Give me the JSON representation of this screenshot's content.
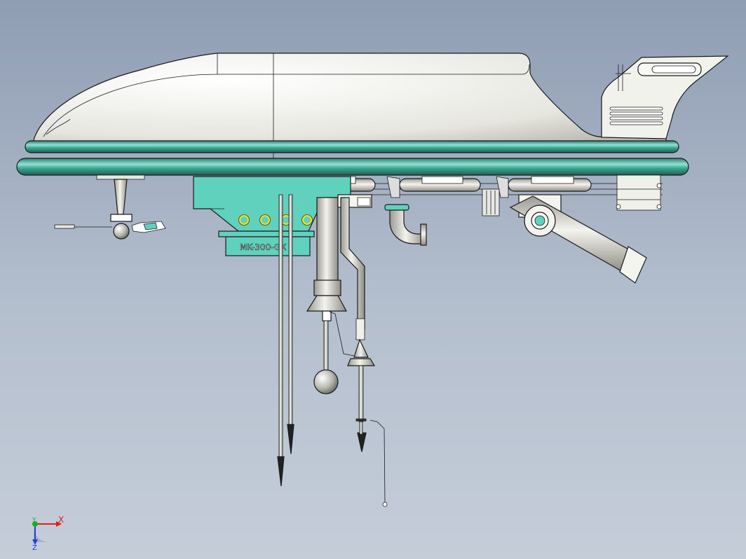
{
  "model_label": "MK-300-GX",
  "triad": {
    "x_label": "X",
    "y_label": "Y",
    "z_label": "Z"
  },
  "colors": {
    "background_top": "#8f9db3",
    "background_bottom": "#c5cdd9",
    "hull": "#f6f6f2",
    "rail_tube": "#2f8f7d",
    "bracket": "#5fd1bd",
    "ring": "#f2e21a",
    "axis_x": "#e02020",
    "axis_y": "#18b018",
    "axis_z": "#2040e0"
  }
}
